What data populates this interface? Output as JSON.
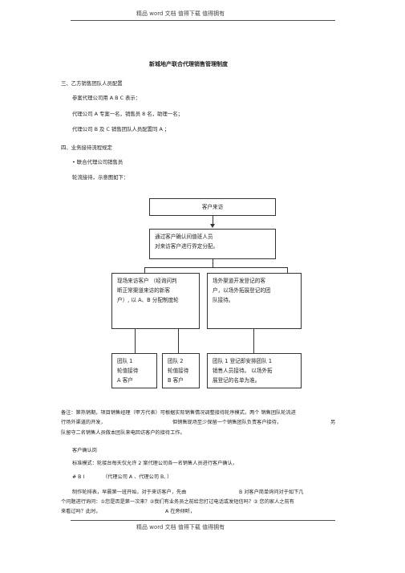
{
  "header": {
    "text": "精品 word 文档 值得下载 值得拥有"
  },
  "footer": {
    "text": "精品 word 文档 值得下载 值得拥有"
  },
  "doc": {
    "title": "新城地产联合代理销售管理制度",
    "s3_heading": "三、乙方销售团队人员配置",
    "s3_line1": "参案代理公司用 A B C 表示：",
    "s3_line2": "代理公司 A 专案一名，销售员 8 名，助理一名；",
    "s3_line3": "代理公司 B 及 C 销售团队人员配置同 A ；",
    "s4_heading": "四、业务接待流程规定",
    "s4_bullet": "• 联合代理公司销售员",
    "s4_rotation": "轮流接待，示意图如下："
  },
  "flow": {
    "top": "客户来访",
    "confirm": [
      "通过客户确认间值班人员",
      "对来访客户进行界定分配。"
    ],
    "left": [
      "现场来访客户 （经询问判",
      "断正常渠道来访的新客",
      "户）, 以 A、B 分配制度轮"
    ],
    "right": [
      "场外渠道开发登记的客",
      "户，以场外拓展登记的团",
      "队接待。"
    ],
    "team1": [
      "团队 1",
      "轮值接待",
      "A 客户"
    ],
    "team2": [
      "团队 2",
      "轮值接待",
      "B 客户"
    ],
    "team3": [
      "团队 1 登记即安排团队 1",
      "销售人员接待。 以场外拓",
      "展登记的名单为准。"
    ]
  },
  "notes": {
    "n1a": "备注：第热销期，项目销售经理（甲方代表）可根据实际销售情况调整接待轮序模式，两个 销售团队轮流进",
    "n1b": "行场外渠道的开发，",
    "n1c": "但销售现场至少保留一个销售团队负责客户接待，",
    "n1d": "另",
    "n1e": "队留守二名销售人员做本团队来电回访客户的接待工作。",
    "confirm_title": "客户确认岗",
    "mode_a": "标准模式：轮接台每天仅允许 2 案代理公司各一名销售人员进行客户确认，",
    "mode_b_prefix": "# B I",
    "mode_b": "（代理公司 A 、代理公司 B, ）",
    "p2a": "制作轮排表，早晨第一班开始，对于来访客户，先由",
    "p2b": "B 对客户简单询问对于如下几",
    "p2c": "个问题进行询问：①您是否是第一次来？②我们有业务员之前给您打过电话或发短信吗？③ 您的家人之前有",
    "p2d": "来看过吗？此时，",
    "p2e": "A 在旁倾听，"
  }
}
